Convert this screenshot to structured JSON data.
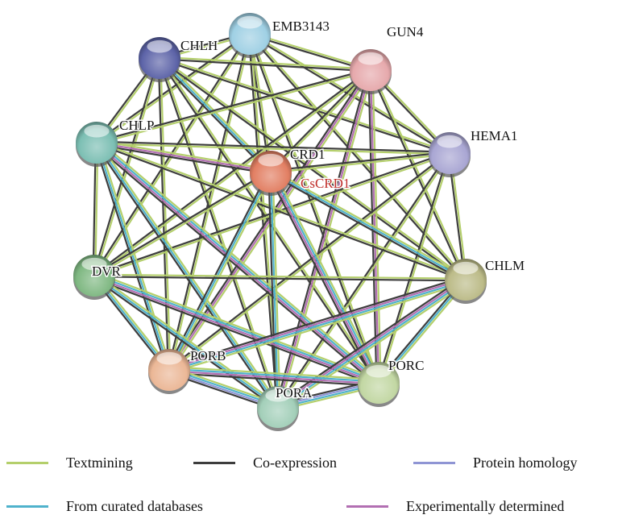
{
  "network": {
    "highlight_label": "CsCRD1",
    "highlight_color": "#c0302c",
    "nodes": [
      {
        "id": "EMB3143",
        "label": "EMB3143",
        "color": "#9fd0e4"
      },
      {
        "id": "CHLH",
        "label": "CHLH",
        "color": "#5d64a8"
      },
      {
        "id": "GUN4",
        "label": "GUN4",
        "color": "#e6a9ac"
      },
      {
        "id": "HEMA1",
        "label": "HEMA1",
        "color": "#a9a6d3"
      },
      {
        "id": "CHLP",
        "label": "CHLP",
        "color": "#7cbfb3"
      },
      {
        "id": "CRD1",
        "label": "CRD1",
        "color": "#e27f63",
        "sublabel": "CsCRD1"
      },
      {
        "id": "DVR",
        "label": "DVR",
        "color": "#7fb882"
      },
      {
        "id": "CHLM",
        "label": "CHLM",
        "color": "#bcbb88"
      },
      {
        "id": "PORB",
        "label": "PORB",
        "color": "#ebb796"
      },
      {
        "id": "PORC",
        "label": "PORC",
        "color": "#c2d7a3"
      },
      {
        "id": "PORA",
        "label": "PORA",
        "color": "#a3cfb9"
      }
    ],
    "evidence_colors": {
      "textmining": "#b4cf6b",
      "coexpression": "#3d3d3d",
      "homology": "#8f95d4",
      "curated": "#4fb2cc",
      "experimental": "#b26fb2"
    },
    "edges": [
      {
        "a": "EMB3143",
        "b": "CHLH",
        "types": [
          "textmining",
          "coexpression"
        ]
      },
      {
        "a": "EMB3143",
        "b": "GUN4",
        "types": [
          "textmining",
          "coexpression"
        ]
      },
      {
        "a": "EMB3143",
        "b": "HEMA1",
        "types": [
          "textmining",
          "coexpression"
        ]
      },
      {
        "a": "EMB3143",
        "b": "CHLP",
        "types": [
          "textmining",
          "coexpression"
        ]
      },
      {
        "a": "EMB3143",
        "b": "CRD1",
        "types": [
          "textmining",
          "coexpression"
        ]
      },
      {
        "a": "EMB3143",
        "b": "DVR",
        "types": [
          "textmining",
          "coexpression"
        ]
      },
      {
        "a": "EMB3143",
        "b": "CHLM",
        "types": [
          "textmining",
          "coexpression"
        ]
      },
      {
        "a": "EMB3143",
        "b": "PORB",
        "types": [
          "textmining",
          "coexpression"
        ]
      },
      {
        "a": "EMB3143",
        "b": "PORC",
        "types": [
          "textmining",
          "coexpression"
        ]
      },
      {
        "a": "EMB3143",
        "b": "PORA",
        "types": [
          "textmining",
          "coexpression"
        ]
      },
      {
        "a": "CHLH",
        "b": "GUN4",
        "types": [
          "textmining",
          "coexpression"
        ]
      },
      {
        "a": "CHLH",
        "b": "HEMA1",
        "types": [
          "textmining",
          "coexpression"
        ]
      },
      {
        "a": "CHLH",
        "b": "CHLP",
        "types": [
          "textmining",
          "coexpression"
        ]
      },
      {
        "a": "CHLH",
        "b": "CRD1",
        "types": [
          "textmining",
          "curated",
          "coexpression"
        ]
      },
      {
        "a": "CHLH",
        "b": "DVR",
        "types": [
          "textmining",
          "coexpression"
        ]
      },
      {
        "a": "CHLH",
        "b": "CHLM",
        "types": [
          "textmining",
          "coexpression"
        ]
      },
      {
        "a": "CHLH",
        "b": "PORB",
        "types": [
          "textmining",
          "coexpression"
        ]
      },
      {
        "a": "CHLH",
        "b": "PORC",
        "types": [
          "textmining",
          "coexpression"
        ]
      },
      {
        "a": "CHLH",
        "b": "PORA",
        "types": [
          "textmining",
          "coexpression"
        ]
      },
      {
        "a": "GUN4",
        "b": "HEMA1",
        "types": [
          "textmining",
          "coexpression"
        ]
      },
      {
        "a": "GUN4",
        "b": "CHLP",
        "types": [
          "textmining",
          "coexpression"
        ]
      },
      {
        "a": "GUN4",
        "b": "CRD1",
        "types": [
          "textmining",
          "coexpression"
        ]
      },
      {
        "a": "GUN4",
        "b": "DVR",
        "types": [
          "textmining",
          "coexpression"
        ]
      },
      {
        "a": "GUN4",
        "b": "CHLM",
        "types": [
          "textmining",
          "coexpression"
        ]
      },
      {
        "a": "GUN4",
        "b": "PORB",
        "types": [
          "textmining",
          "experimental",
          "coexpression"
        ]
      },
      {
        "a": "GUN4",
        "b": "PORC",
        "types": [
          "textmining",
          "experimental",
          "coexpression"
        ]
      },
      {
        "a": "GUN4",
        "b": "PORA",
        "types": [
          "textmining",
          "experimental",
          "coexpression"
        ]
      },
      {
        "a": "HEMA1",
        "b": "CHLP",
        "types": [
          "textmining",
          "coexpression"
        ]
      },
      {
        "a": "HEMA1",
        "b": "CRD1",
        "types": [
          "textmining",
          "coexpression"
        ]
      },
      {
        "a": "HEMA1",
        "b": "DVR",
        "types": [
          "textmining",
          "coexpression"
        ]
      },
      {
        "a": "HEMA1",
        "b": "CHLM",
        "types": [
          "textmining",
          "coexpression"
        ]
      },
      {
        "a": "HEMA1",
        "b": "PORB",
        "types": [
          "textmining",
          "coexpression"
        ]
      },
      {
        "a": "HEMA1",
        "b": "PORC",
        "types": [
          "textmining",
          "coexpression"
        ]
      },
      {
        "a": "HEMA1",
        "b": "PORA",
        "types": [
          "textmining",
          "coexpression"
        ]
      },
      {
        "a": "CHLP",
        "b": "CRD1",
        "types": [
          "textmining",
          "experimental",
          "coexpression"
        ]
      },
      {
        "a": "CHLP",
        "b": "DVR",
        "types": [
          "textmining",
          "coexpression"
        ]
      },
      {
        "a": "CHLP",
        "b": "CHLM",
        "types": [
          "textmining",
          "coexpression"
        ]
      },
      {
        "a": "CHLP",
        "b": "PORB",
        "types": [
          "textmining",
          "curated",
          "coexpression"
        ]
      },
      {
        "a": "CHLP",
        "b": "PORC",
        "types": [
          "textmining",
          "curated",
          "experimental",
          "coexpression"
        ]
      },
      {
        "a": "CHLP",
        "b": "PORA",
        "types": [
          "textmining",
          "curated",
          "coexpression"
        ]
      },
      {
        "a": "CRD1",
        "b": "DVR",
        "types": [
          "textmining",
          "coexpression"
        ]
      },
      {
        "a": "CRD1",
        "b": "CHLM",
        "types": [
          "textmining",
          "curated",
          "coexpression"
        ]
      },
      {
        "a": "CRD1",
        "b": "PORB",
        "types": [
          "textmining",
          "curated",
          "coexpression"
        ]
      },
      {
        "a": "CRD1",
        "b": "PORC",
        "types": [
          "textmining",
          "curated",
          "experimental",
          "coexpression"
        ]
      },
      {
        "a": "CRD1",
        "b": "PORA",
        "types": [
          "textmining",
          "curated",
          "coexpression"
        ]
      },
      {
        "a": "DVR",
        "b": "CHLM",
        "types": [
          "textmining",
          "coexpression"
        ]
      },
      {
        "a": "DVR",
        "b": "PORB",
        "types": [
          "textmining",
          "curated",
          "coexpression"
        ]
      },
      {
        "a": "DVR",
        "b": "PORC",
        "types": [
          "textmining",
          "curated",
          "experimental",
          "coexpression"
        ]
      },
      {
        "a": "DVR",
        "b": "PORA",
        "types": [
          "textmining",
          "curated",
          "coexpression"
        ]
      },
      {
        "a": "CHLM",
        "b": "PORB",
        "types": [
          "textmining",
          "curated",
          "experimental",
          "coexpression"
        ]
      },
      {
        "a": "CHLM",
        "b": "PORC",
        "types": [
          "textmining",
          "curated",
          "coexpression"
        ]
      },
      {
        "a": "CHLM",
        "b": "PORA",
        "types": [
          "textmining",
          "curated",
          "experimental",
          "coexpression"
        ]
      },
      {
        "a": "PORB",
        "b": "PORC",
        "types": [
          "textmining",
          "curated",
          "experimental",
          "coexpression"
        ]
      },
      {
        "a": "PORB",
        "b": "PORA",
        "types": [
          "textmining",
          "curated",
          "homology",
          "coexpression"
        ]
      },
      {
        "a": "PORC",
        "b": "PORA",
        "types": [
          "textmining",
          "curated",
          "homology",
          "coexpression"
        ]
      }
    ]
  },
  "legend": {
    "textmining": {
      "label": "Textmining",
      "color": "#b4cf6b"
    },
    "coexpression": {
      "label": "Co-expression",
      "color": "#3d3d3d"
    },
    "homology": {
      "label": "Protein homology",
      "color": "#8f95d4"
    },
    "curated": {
      "label": "From curated databases",
      "color": "#4fb2cc"
    },
    "experimental": {
      "label": "Experimentally determined",
      "color": "#b26fb2"
    }
  }
}
